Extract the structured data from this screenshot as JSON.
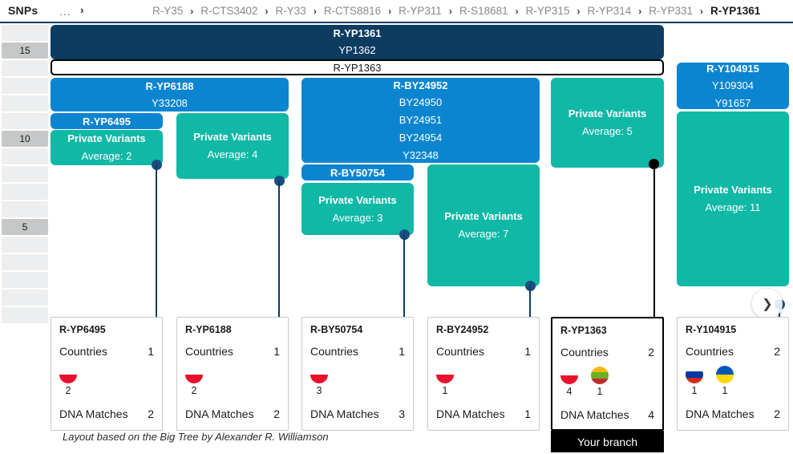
{
  "topbar": {
    "snps_label": "SNPs",
    "ellipsis": "...",
    "ellipsis_arrow": "›",
    "breadcrumbs": [
      {
        "label": "R-Y35",
        "current": false
      },
      {
        "label": "R-CTS3402",
        "current": false
      },
      {
        "label": "R-Y33",
        "current": false
      },
      {
        "label": "R-CTS8816",
        "current": false
      },
      {
        "label": "R-YP311",
        "current": false
      },
      {
        "label": "R-S18681",
        "current": false
      },
      {
        "label": "R-YP315",
        "current": false
      },
      {
        "label": "R-YP314",
        "current": false
      },
      {
        "label": "R-YP331",
        "current": false
      },
      {
        "label": "R-YP1361",
        "current": true
      }
    ],
    "separator": "›"
  },
  "ruler": {
    "ticks": [
      "",
      "15",
      "",
      "",
      "",
      "",
      "10",
      "",
      "",
      "",
      "",
      "5",
      "",
      "",
      "",
      "",
      ""
    ]
  },
  "tree": {
    "root": {
      "name": "R-YP1361",
      "variants": [
        "YP1362"
      ]
    },
    "subclade_box": {
      "name": "R-YP1363"
    },
    "nodes": [
      {
        "name": "R-YP6188",
        "variants": [
          "Y33208"
        ]
      },
      {
        "name": "R-YP6495",
        "variants": []
      },
      {
        "name": "R-BY24952",
        "variants": [
          "BY24950",
          "BY24951",
          "BY24954",
          "Y32348"
        ]
      },
      {
        "name": "R-BY50754",
        "variants": []
      },
      {
        "name": "R-Y104915",
        "variants": [
          "Y109304",
          "Y91657"
        ]
      }
    ],
    "private_variants": [
      {
        "title": "Private Variants",
        "average": "Average: 2"
      },
      {
        "title": "Private Variants",
        "average": "Average: 4"
      },
      {
        "title": "Private Variants",
        "average": "Average: 3"
      },
      {
        "title": "Private Variants",
        "average": "Average: 7"
      },
      {
        "title": "Private Variants",
        "average": "Average: 5"
      },
      {
        "title": "Private Variants",
        "average": "Average: 11"
      }
    ]
  },
  "cards": [
    {
      "title": "R-YP6495",
      "countries_label": "Countries",
      "countries_value": "1",
      "flags": [
        {
          "name": "poland-flag",
          "count": "2"
        }
      ],
      "dna_label": "DNA Matches",
      "dna_value": "2",
      "selected": false
    },
    {
      "title": "R-YP6188",
      "countries_label": "Countries",
      "countries_value": "1",
      "flags": [
        {
          "name": "poland-flag",
          "count": "2"
        }
      ],
      "dna_label": "DNA Matches",
      "dna_value": "2",
      "selected": false
    },
    {
      "title": "R-BY50754",
      "countries_label": "Countries",
      "countries_value": "1",
      "flags": [
        {
          "name": "poland-flag",
          "count": "3"
        }
      ],
      "dna_label": "DNA Matches",
      "dna_value": "3",
      "selected": false
    },
    {
      "title": "R-BY24952",
      "countries_label": "Countries",
      "countries_value": "1",
      "flags": [
        {
          "name": "poland-flag",
          "count": "1"
        }
      ],
      "dna_label": "DNA Matches",
      "dna_value": "1",
      "selected": false
    },
    {
      "title": "R-YP1363",
      "countries_label": "Countries",
      "countries_value": "2",
      "flags": [
        {
          "name": "poland-flag",
          "count": "4"
        },
        {
          "name": "lithuania-flag",
          "count": "1"
        }
      ],
      "dna_label": "DNA Matches",
      "dna_value": "4",
      "selected": true,
      "badge": "Your branch"
    },
    {
      "title": "R-Y104915",
      "countries_label": "Countries",
      "countries_value": "2",
      "flags": [
        {
          "name": "russia-flag",
          "count": "1"
        },
        {
          "name": "ukraine-flag",
          "count": "1"
        }
      ],
      "dna_label": "DNA Matches",
      "dna_value": "2",
      "selected": false
    }
  ],
  "scroll_button": {
    "glyph": "❯"
  },
  "credit": "Layout based on the Big Tree by Alexander R. Williamson",
  "colors": {
    "navy": "#0d3c61",
    "blue": "#0b85d0",
    "teal": "#10b8a6",
    "selected": "#000000",
    "ruler_row": "#eceeef",
    "ruler_major": "#c5c7c8"
  }
}
